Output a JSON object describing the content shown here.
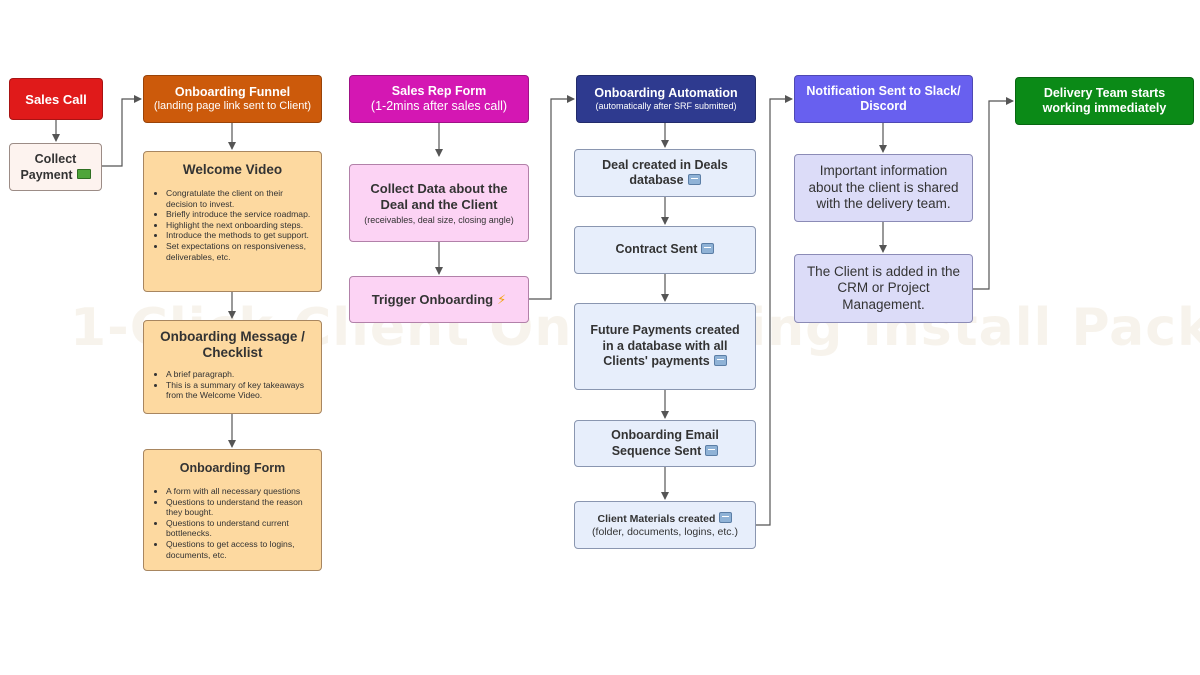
{
  "watermark": "1-Click Client Onboarding Install Pack",
  "nodes": {
    "sales_call": "Sales Call",
    "collect_payment": "Collect Payment",
    "money_icon": "money-icon",
    "onboarding_funnel": {
      "title": "Onboarding Funnel",
      "sub": "(landing page link sent to Client)"
    },
    "welcome_video": {
      "title": "Welcome Video",
      "bullets": [
        "Congratulate the client on their decision to invest.",
        "Briefly introduce the service roadmap.",
        "Highlight the next onboarding steps.",
        "Introduce the methods to get support.",
        "Set expectations on responsiveness, deliverables, etc."
      ]
    },
    "onboarding_message": {
      "title": "Onboarding Message / Checklist",
      "bullets": [
        "A brief paragraph.",
        "This is a summary of key takeaways from the Welcome Video."
      ]
    },
    "onboarding_form": {
      "title": "Onboarding Form",
      "bullets": [
        "A form with all necessary questions",
        "Questions to understand the reason they bought.",
        "Questions to understand current bottlenecks.",
        "Questions to get access to logins, documents, etc."
      ]
    },
    "sales_rep_form": {
      "title": "Sales Rep Form",
      "sub": "(1-2mins after sales call)"
    },
    "collect_data": {
      "title": "Collect Data about the Deal and the Client",
      "sub": "(receivables, deal size, closing angle)"
    },
    "trigger_onboarding": "Trigger Onboarding",
    "onboarding_automation": {
      "title": "Onboarding Automation",
      "sub": "(automatically after  SRF submitted)"
    },
    "deal_created": "Deal created in Deals database",
    "contract_sent": "Contract Sent",
    "future_payments": "Future Payments created in a database with all Clients' payments",
    "email_sequence": "Onboarding Email Sequence Sent",
    "client_materials": {
      "title": "Client Materials created",
      "sub": "(folder, documents, logins, etc.)"
    },
    "notification": "Notification Sent to Slack/ Discord",
    "important_info": "Important information about the client is shared with the delivery team.",
    "client_added": "The Client is added in the CRM or Project Management.",
    "delivery_team": "Delivery Team starts working immediately"
  },
  "colors": {
    "sales_call": "#e01a1a",
    "funnel": "#cc5a0b",
    "sales_rep_form": "#d417b3",
    "automation": "#2e3a8f",
    "notification": "#6860ef",
    "delivery": "#0b8a17"
  }
}
